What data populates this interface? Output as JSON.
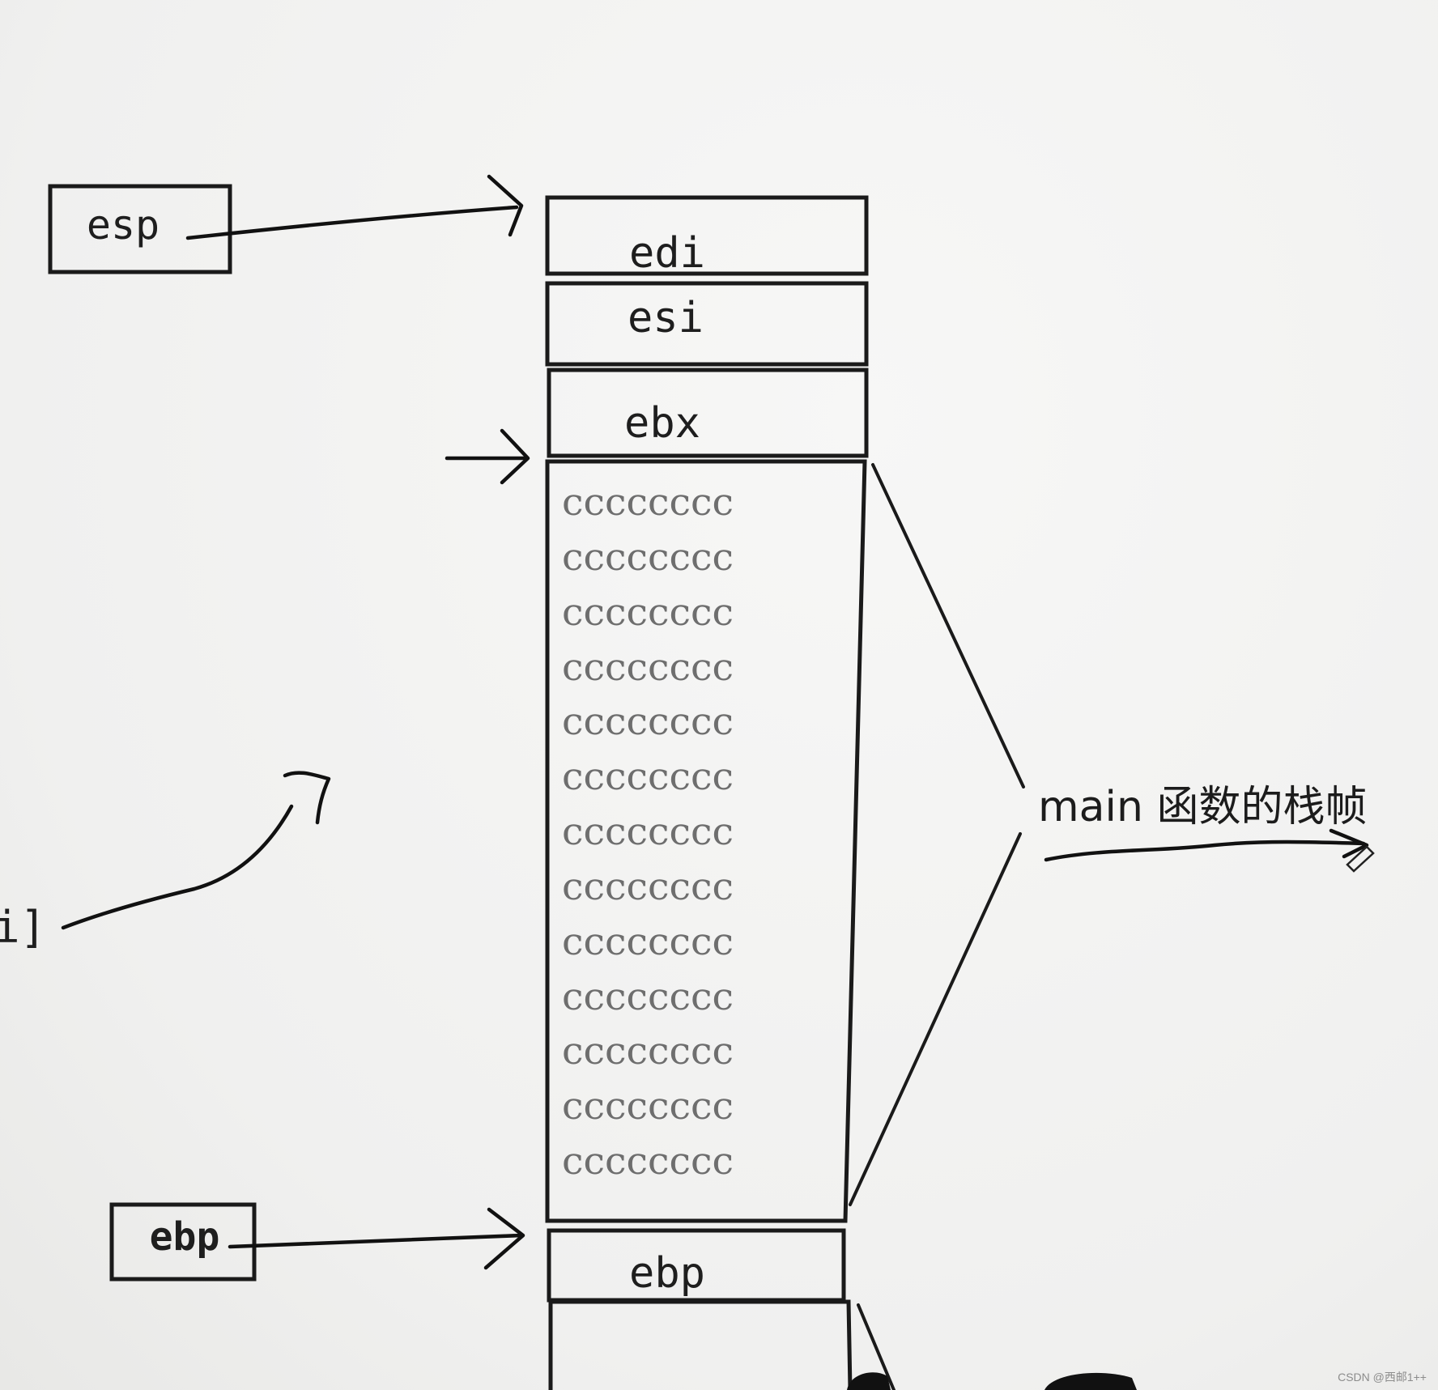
{
  "registers": {
    "esp_label": "esp",
    "ebp_label": "ebp"
  },
  "stack": {
    "cells": [
      "edi",
      "esi",
      "ebx"
    ],
    "fill_pattern": "cccccccc",
    "fill_rows": 13,
    "saved_ebp": "ebp"
  },
  "annotation": {
    "frame_label": "main 函数的栈帧",
    "partial_left_text": "i]"
  },
  "watermark": "CSDN @西邮1++"
}
